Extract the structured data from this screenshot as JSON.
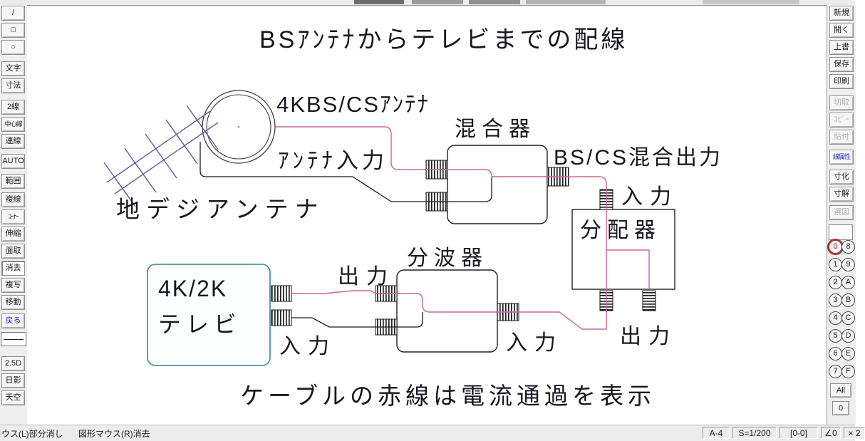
{
  "left_toolbar": {
    "items": [
      {
        "label": "/"
      },
      {
        "label": "□"
      },
      {
        "label": "○"
      },
      {
        "label": "文字"
      },
      {
        "label": "寸法"
      },
      {
        "label": "2線"
      },
      {
        "label": "中心線"
      },
      {
        "label": "連線"
      },
      {
        "label": "AUTO"
      },
      {
        "label": "範囲"
      },
      {
        "label": "複線"
      },
      {
        "label": "ｺｰﾅｰ"
      },
      {
        "label": "伸縮"
      },
      {
        "label": "面取"
      },
      {
        "label": "消去"
      },
      {
        "label": "複写"
      },
      {
        "label": "移動"
      },
      {
        "label": "戻る"
      },
      {
        "label": "2.5D"
      },
      {
        "label": "日影"
      },
      {
        "label": "天空"
      }
    ]
  },
  "right_toolbar": {
    "items": [
      {
        "label": "新規"
      },
      {
        "label": "開く"
      },
      {
        "label": "上書"
      },
      {
        "label": "保存"
      },
      {
        "label": "印刷"
      },
      {
        "label": "切取"
      },
      {
        "label": "ｺﾋﾟｰ"
      },
      {
        "label": "貼付"
      },
      {
        "label": "線属性"
      },
      {
        "label": "寸化"
      },
      {
        "label": "寸解"
      },
      {
        "label": "選図"
      }
    ]
  },
  "layers": {
    "col1": [
      "0",
      "1",
      "2",
      "3",
      "4",
      "5",
      "6",
      "7"
    ],
    "col2": [
      "8",
      "9",
      "A",
      "B",
      "C",
      "D",
      "E",
      "F"
    ],
    "active_layer": "0",
    "all_label": "All",
    "zero_label": "0"
  },
  "canvas": {
    "title": "BSｱﾝﾃﾅからテレビまでの配線",
    "caption": "ケーブルの赤線は電流通過を表示",
    "labels": {
      "dish": "4KBS/CSｱﾝﾃﾅ",
      "antenna_input": "ｱﾝﾃﾅ入力",
      "terrestrial": "地デジアンテナ",
      "mixer": "混合器",
      "mixer_output": "BS/CS混合出力",
      "distributor_input": "入力",
      "distributor": "分配器",
      "distributor_output": "出力",
      "separator": "分波器",
      "separator_output": "出力",
      "separator_input": "入力",
      "tv_line1": "4K/2K",
      "tv_line2": "テレビ",
      "tv_input": "入力"
    },
    "colors": {
      "cable_hot": "#c566a0",
      "tv_border": "#4f93a5",
      "antenna_blue": "#5b5b9e",
      "line": "#1a1a1a",
      "active_layer_red": "#c32222"
    }
  },
  "statusbar": {
    "left_message": "ウス(L)部分消し",
    "mode_message": "図形マウス(R)消去",
    "paper": "A-4",
    "scale": "S=1/200",
    "coords": "[0-0]",
    "angle": "∠0",
    "zoom": "× 2"
  }
}
